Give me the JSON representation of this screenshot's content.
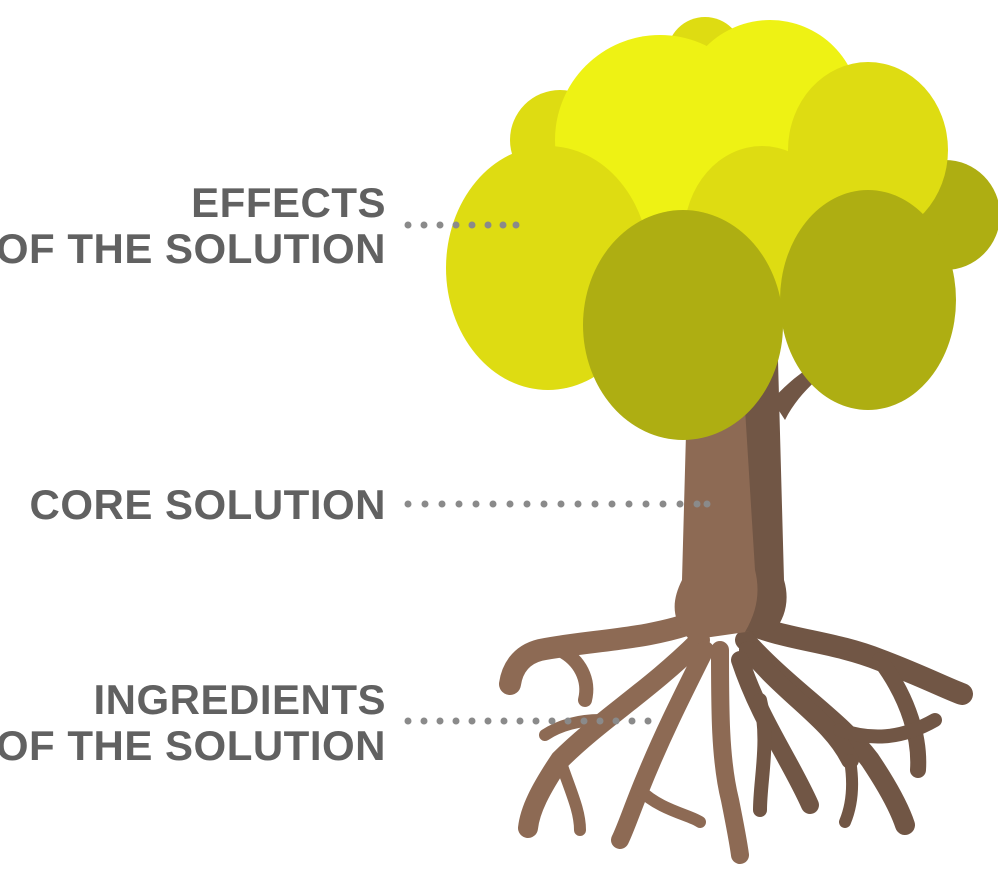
{
  "labels": {
    "effects": {
      "line1": "EFFECTS",
      "line2": "OF THE SOLUTION"
    },
    "core": {
      "line1": "CORE SOLUTION"
    },
    "ingredients": {
      "line1": "INGREDIENTS",
      "line2": "OF THE SOLUTION"
    }
  },
  "colors": {
    "label_text": "#616161",
    "leader_dots": "#8a8a8a",
    "trunk_light": "#8d6a54",
    "trunk_dark": "#715645",
    "foliage_bright": "#eef214",
    "foliage_mid": "#dedc12",
    "foliage_dark": "#aeae12"
  }
}
